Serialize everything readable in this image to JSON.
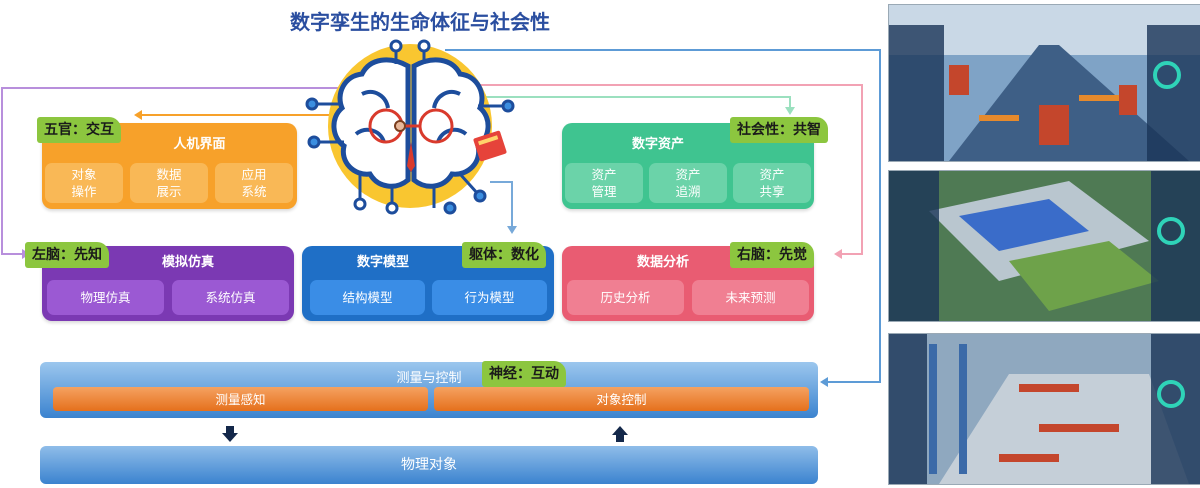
{
  "title": "数字孪生的生命体征与社会性",
  "hmi": {
    "tag": "五官：交互",
    "title": "人机界面",
    "items": [
      "对象\n操作",
      "数据\n展示",
      "应用\n系统"
    ]
  },
  "assets": {
    "tag": "社会性：共智",
    "title": "数字资产",
    "items": [
      "资产\n管理",
      "资产\n追溯",
      "资产\n共享"
    ]
  },
  "sim": {
    "tag": "左脑：先知",
    "title": "模拟仿真",
    "items": [
      "物理仿真",
      "系统仿真"
    ]
  },
  "model": {
    "tag": "躯体：数化",
    "title": "数字模型",
    "items": [
      "结构模型",
      "行为模型"
    ]
  },
  "analysis": {
    "tag": "右脑：先觉",
    "title": "数据分析",
    "items": [
      "历史分析",
      "未来预测"
    ]
  },
  "control": {
    "tag": "神经：互动",
    "title": "测量与控制",
    "items": [
      "测量感知",
      "对象控制"
    ]
  },
  "physical": {
    "title": "物理对象"
  },
  "colors": {
    "hmi": "#f7a12a",
    "assets": "#3fc490",
    "sim": "#7b39b3",
    "model": "#1f6fc6",
    "analysis": "#e95c72",
    "control": "#3b83cf",
    "tag": "#8cc63f",
    "brain_bg": "#f9c630"
  },
  "screenshots": [
    {
      "icon": "factory-warehouse-3d-screenshot"
    },
    {
      "icon": "factory-campus-aerial-screenshot"
    },
    {
      "icon": "production-line-3d-screenshot"
    }
  ]
}
